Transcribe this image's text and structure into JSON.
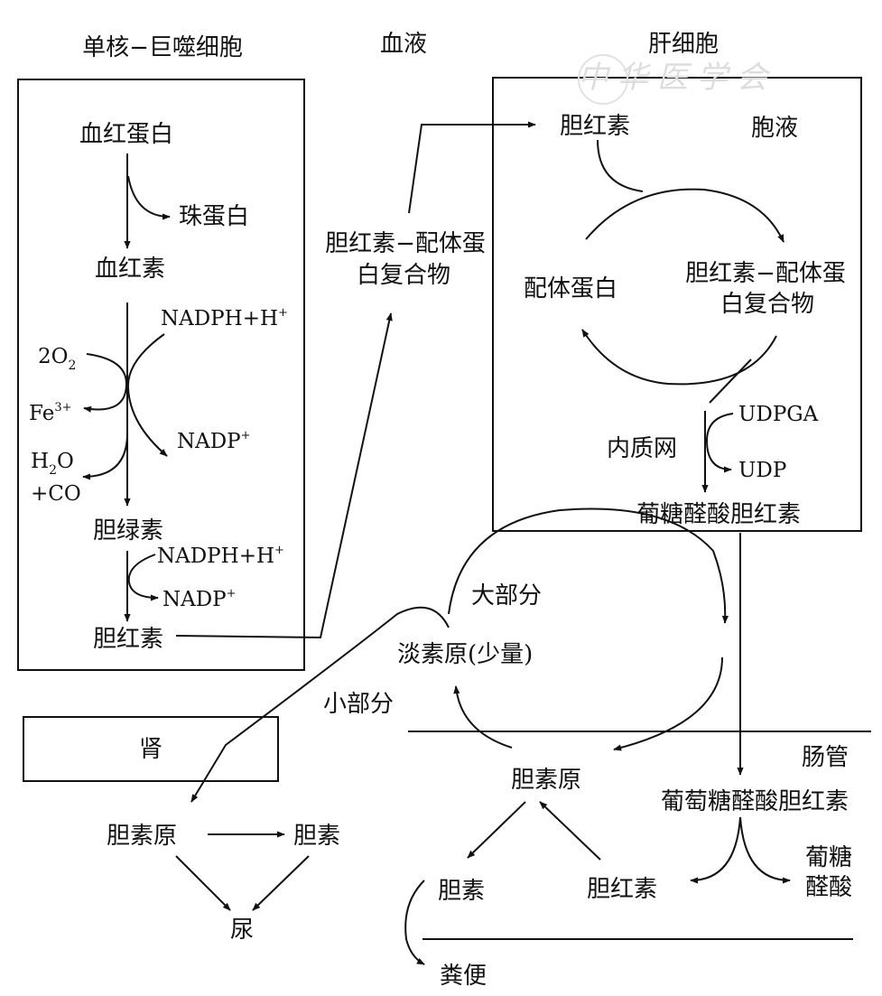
{
  "titles": {
    "monocyte": "单核−巨噬细胞",
    "blood": "血液",
    "liver": "肝细胞",
    "cytosol": "胞液",
    "er": "内质网",
    "intestine": "肠管",
    "kidney": "肾"
  },
  "watermark": "中华医学会",
  "mono": {
    "hemoglobin": "血红蛋白",
    "globin": "珠蛋白",
    "heme": "血红素",
    "nadph1": "NADPH+H",
    "nadp1": "NADP",
    "o2_prefix": "2O",
    "o2_sub": "2",
    "fe": "Fe",
    "fe_sup": "3+",
    "h2o_h": "H",
    "h2o_sub": "2",
    "h2o_o": "O",
    "co": "+CO",
    "biliverdin": "胆绿素",
    "nadph2": "NADPH+H",
    "nadp2": "NADP",
    "bilirubin": "胆红素",
    "plus_sup": "+"
  },
  "blood_complex": [
    "胆红素−配体蛋",
    "白复合物"
  ],
  "liver": {
    "bilirubin": "胆红素",
    "ligandin": "配体蛋白",
    "complex": [
      "胆红素−配体蛋",
      "白复合物"
    ],
    "udpga": "UDPGA",
    "udp": "UDP",
    "glucuronide": "葡糖醛酸胆红素"
  },
  "cycle": {
    "majority": "大部分",
    "minority": "小部分",
    "urobilinogen_small": "淡素原(少量)",
    "bilinogen": "胆素原"
  },
  "gut": {
    "glucuronide": "葡萄糖醛酸胆红素",
    "glucuronic_acid": [
      "葡糖",
      "醛酸"
    ],
    "bilirubin": "胆红素",
    "bilin": "胆素",
    "feces": "粪便"
  },
  "kidney_side": {
    "bilinogen": "胆素原",
    "bilin": "胆素",
    "urine": "尿"
  }
}
